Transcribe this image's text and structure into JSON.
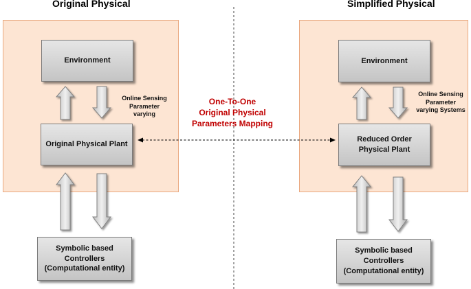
{
  "left": {
    "title": "Original Physical",
    "environment": "Environment",
    "plant": "Original Physical Plant",
    "sensing_note": "Online Sensing\nParameter\nvarying",
    "controller": "Symbolic based\nControllers\n(Computational entity)"
  },
  "right": {
    "title": "Simplified Physical",
    "environment": "Environment",
    "plant": "Reduced Order\nPhysical Plant",
    "sensing_note": "Online Sensing\nParameter\nvarying Systems",
    "controller": "Symbolic based\nControllers\n(Computational entity)"
  },
  "mapping_label": "One-To-One\nOriginal  Physical\nParameters Mapping",
  "colors": {
    "panel_fill": "#fde5d3",
    "panel_border": "#e9a77e",
    "box_fill": "#d4d4d4",
    "mapping_text": "#c00000"
  }
}
